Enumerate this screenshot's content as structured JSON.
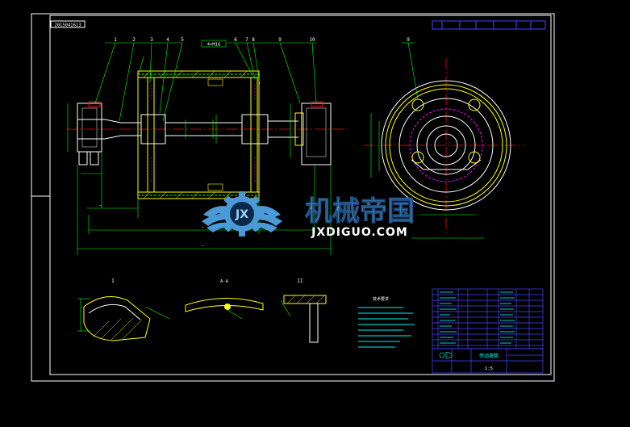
{
  "drawing": {
    "drawing_number": "2015041613",
    "part_numbers": [
      "1",
      "2",
      "3",
      "4",
      "5",
      "6",
      "7",
      "8",
      "9",
      "10"
    ],
    "bolt_label": "4×M16",
    "section_labels": [
      "I",
      "A-A",
      "II"
    ],
    "tech_requirements_title": "技术要求",
    "title_block_name": "传动滚筒",
    "scale": "1:5",
    "revision_block": [
      "标记",
      "处数",
      "分区",
      "更改文件号",
      "签名",
      "日期"
    ]
  },
  "watermark": {
    "cn_text": "机械帝国",
    "en_text": "JXDIGUO.COM"
  },
  "colors": {
    "background": "#000000",
    "outline": "#ffffff",
    "dimension": "#00ff00",
    "geometry": "#ffff00",
    "centerline": "#ff0000",
    "hidden": "#ff00ff",
    "text": "#00ffff",
    "table": "#4444ff",
    "watermark": "#4a9ad8"
  }
}
